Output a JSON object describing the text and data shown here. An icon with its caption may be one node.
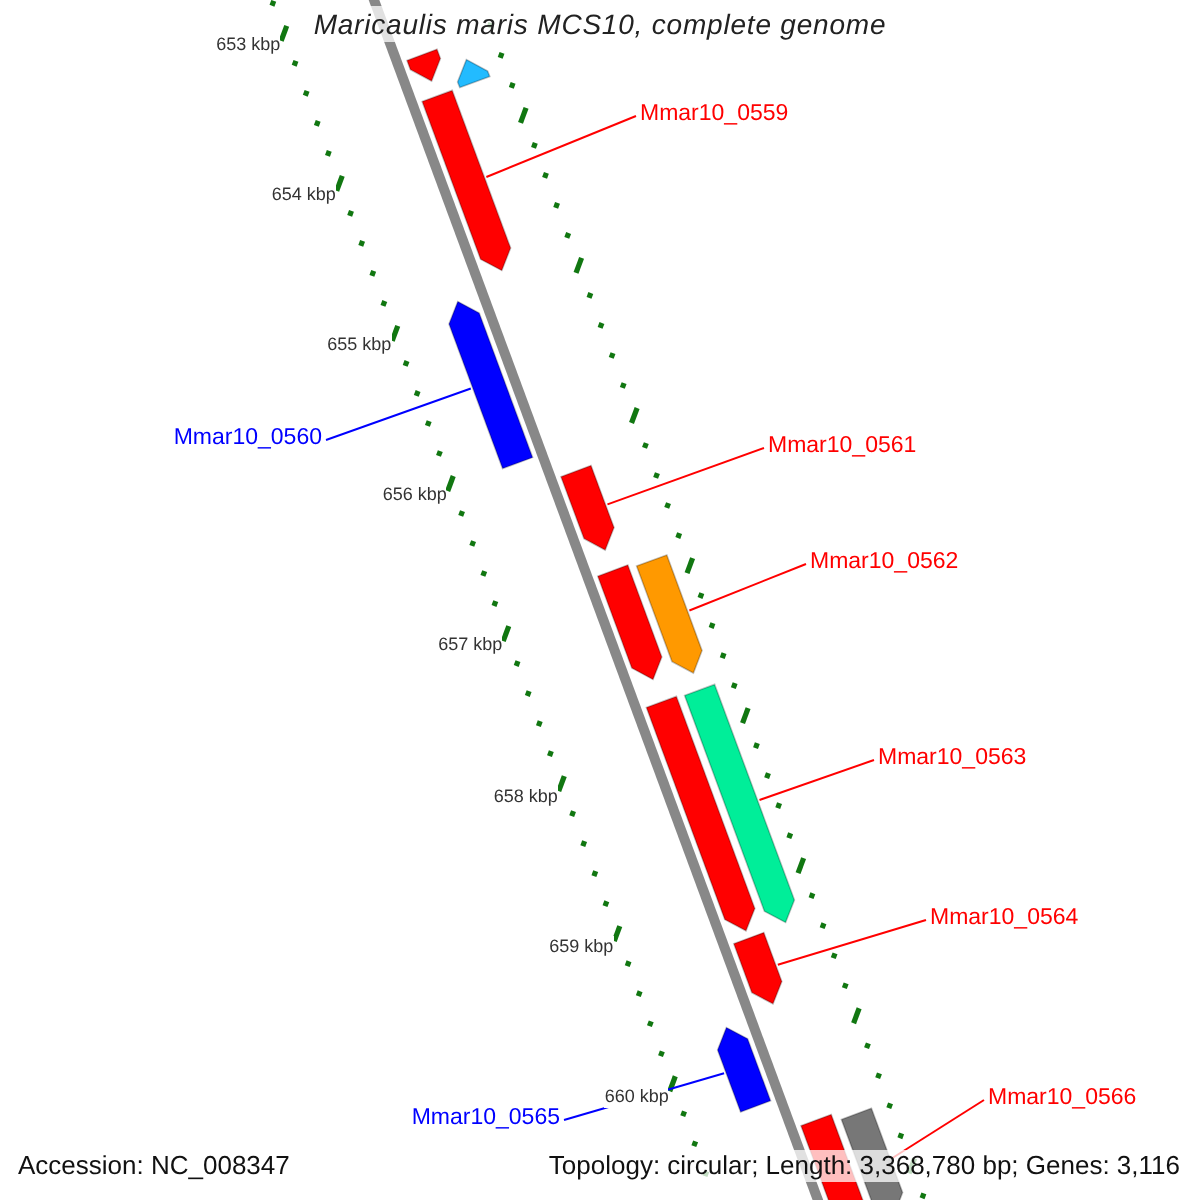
{
  "diagram": {
    "title": "Maricaulis maris MCS10, complete genome",
    "nodes": [
      {
        "text": [],
        "shape": "bar"
      },
      {
        "text": [],
        "shape": "bar"
      },
      {
        "text": [
          "Mmar10_0559"
        ]
      },
      {
        "text": [],
        "shape": "bar"
      },
      {
        "text": [
          "Mmar10_0560"
        ]
      },
      {
        "text": [],
        "shape": "bar"
      },
      {
        "text": [
          "Mmar10_0561"
        ]
      },
      {
        "text": [],
        "shape": "bar"
      },
      {
        "text": [
          "Mmar10_0562"
        ]
      },
      {
        "text": [],
        "shape": "bar"
      },
      {
        "text": [],
        "shape": "bar"
      },
      {
        "text": [
          "Mmar10_0563"
        ]
      },
      {
        "text": [],
        "shape": "bar"
      },
      {
        "text": [],
        "shape": "bar"
      },
      {
        "text": [
          "Mmar10_0564"
        ]
      },
      {
        "text": [],
        "shape": "bar"
      },
      {
        "text": [],
        "shape": "bar"
      },
      {
        "text": [
          "Mmar10_0565"
        ]
      },
      {
        "text": [
          "Mmar10_0566"
        ]
      },
      {
        "text": [],
        "shape": "bar"
      },
      {
        "text": [],
        "shape": "bar"
      }
    ],
    "edges": [
      {
        "from": 2,
        "to": 3,
        "arrow": "none"
      },
      {
        "from": 4,
        "to": 5,
        "arrow": "none",
        "color": "#0000ff"
      },
      {
        "from": 6,
        "to": 7,
        "arrow": "none"
      },
      {
        "from": 8,
        "to": 10,
        "arrow": "none"
      },
      {
        "from": 11,
        "to": 13,
        "arrow": "none"
      },
      {
        "from": 14,
        "to": 15,
        "arrow": "none"
      },
      {
        "from": 17,
        "to": 16,
        "arrow": "none",
        "color": "#0000ff"
      },
      {
        "from": 18,
        "to": 20,
        "arrow": "none"
      }
    ],
    "labels": [
      "653 kbp",
      "654 kbp",
      "655 kbp",
      "656 kbp",
      "657 kbp",
      "658 kbp",
      "659 kbp",
      "660 kbp",
      "Accession: NC_008347",
      "Topology: circular; Length: 3,368,780 bp; Genes: 3,116"
    ]
  }
}
